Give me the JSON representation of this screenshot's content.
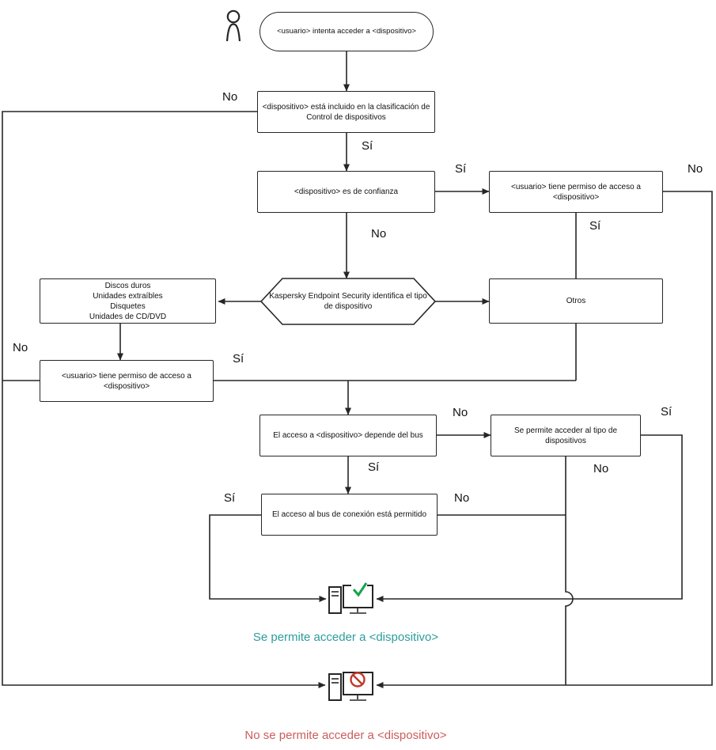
{
  "diagram": {
    "start": "<usuario> intenta acceder a <dispositivo>",
    "nodes": {
      "clasificacion": "<dispositivo> está incluido en la clasificación de Control de dispositivos",
      "confianza": "<dispositivo> es de confianza",
      "permiso_confianza": "<usuario> tiene permiso de acceso a <dispositivo>",
      "identifica": "Kaspersky Endpoint Security identifica el tipo de dispositivo",
      "tipos_disco": [
        "Discos duros",
        "Unidades extraíbles",
        "Disquetes",
        "Unidades de CD/DVD"
      ],
      "otros": "Otros",
      "permiso_tipo": "<usuario> tiene permiso de acceso a <dispositivo>",
      "depende_bus": "El acceso a <dispositivo> depende del bus",
      "permite_tipo": "Se permite acceder al tipo de dispositivos",
      "bus_conexion": "El acceso al bus de conexión está permitido"
    },
    "labels": {
      "si": "Sí",
      "no": "No"
    },
    "outcomes": {
      "allowed": "Se permite acceder a <dispositivo>",
      "denied": "No se permite acceder a <dispositivo>"
    },
    "colors": {
      "allowed_text": "#2d9c9c",
      "denied_text": "#cd5c5c",
      "check_green": "#15a24a",
      "denied_red": "#c0392b",
      "line": "#262626"
    }
  }
}
